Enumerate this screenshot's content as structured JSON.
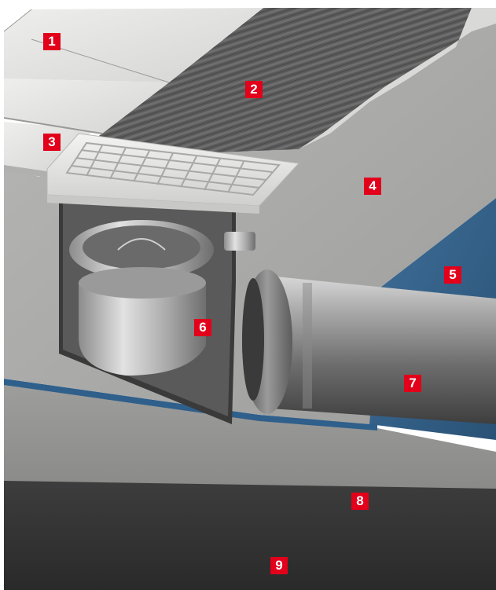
{
  "markers": [
    {
      "label": "1"
    },
    {
      "label": "2"
    },
    {
      "label": "3"
    },
    {
      "label": "4"
    },
    {
      "label": "5"
    },
    {
      "label": "6"
    },
    {
      "label": "7"
    },
    {
      "label": "8"
    },
    {
      "label": "9"
    }
  ],
  "colors": {
    "marker": "#e2001a",
    "marker_text": "#ffffff"
  }
}
